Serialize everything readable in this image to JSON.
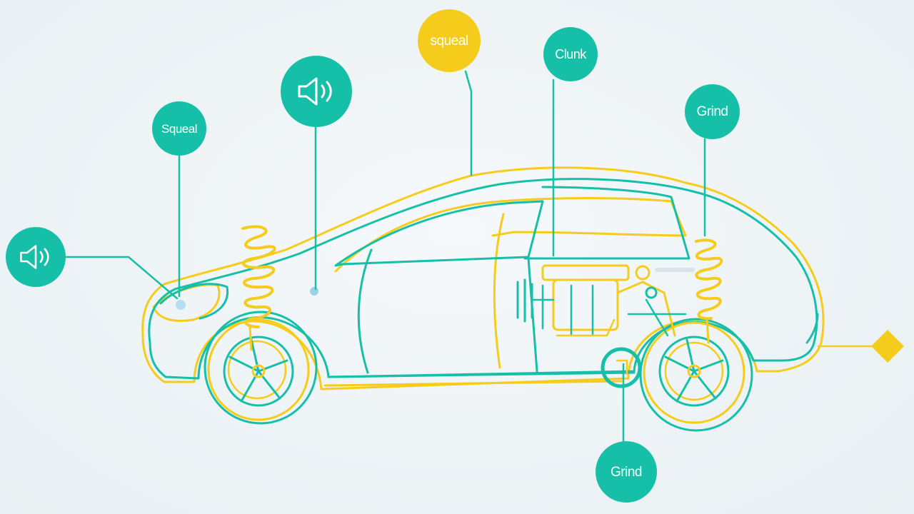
{
  "diagram": {
    "colors": {
      "teal": "#16bfa8",
      "yellow": "#f6cc1c",
      "background": "#eef3f6",
      "bubble_text": "#ffffff"
    },
    "callouts": [
      {
        "id": "squeal-left",
        "label": "Squeal",
        "color": "teal",
        "icon": null
      },
      {
        "id": "speaker-top",
        "label": "",
        "color": "teal",
        "icon": "speaker-icon"
      },
      {
        "id": "squeal-top",
        "label": "squeal",
        "color": "yellow",
        "icon": null
      },
      {
        "id": "clunk-top",
        "label": "Clunk",
        "color": "teal",
        "icon": null
      },
      {
        "id": "grind-right",
        "label": "Grind",
        "color": "teal",
        "icon": null
      },
      {
        "id": "speaker-left",
        "label": "",
        "color": "teal",
        "icon": "speaker-icon"
      },
      {
        "id": "grind-bottom",
        "label": "Grind",
        "color": "teal",
        "icon": null
      }
    ],
    "marker_icon": "diamond-icon"
  }
}
